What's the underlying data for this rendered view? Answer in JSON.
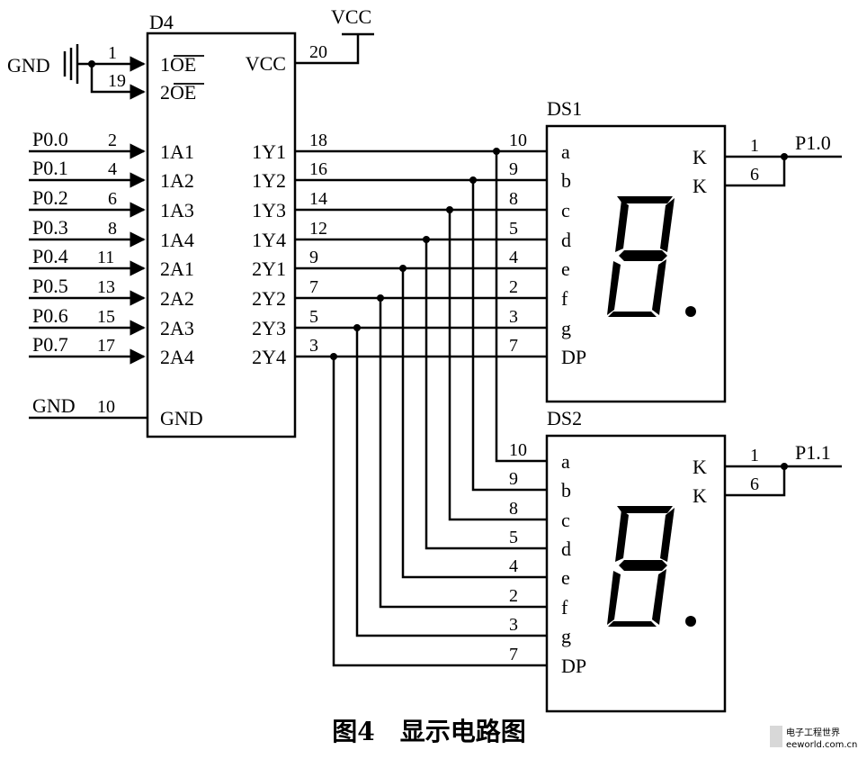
{
  "caption": "图4　显示电路图",
  "watermark": {
    "line1": "电子工程世界",
    "line2": "eeworld.com.cn"
  },
  "chip": {
    "name": "D4",
    "left_pins": [
      {
        "net": "",
        "num": "1",
        "label": "1OE"
      },
      {
        "net": "",
        "num": "19",
        "label": "2OE"
      },
      {
        "net": "P0.0",
        "num": "2",
        "label": "1A1"
      },
      {
        "net": "P0.1",
        "num": "4",
        "label": "1A2"
      },
      {
        "net": "P0.2",
        "num": "6",
        "label": "1A3"
      },
      {
        "net": "P0.3",
        "num": "8",
        "label": "1A4"
      },
      {
        "net": "P0.4",
        "num": "11",
        "label": "2A1"
      },
      {
        "net": "P0.5",
        "num": "13",
        "label": "2A2"
      },
      {
        "net": "P0.6",
        "num": "15",
        "label": "2A3"
      },
      {
        "net": "P0.7",
        "num": "17",
        "label": "2A4"
      },
      {
        "net": "GND",
        "num": "10",
        "label": "GND"
      }
    ],
    "right_pins": [
      {
        "num": "20",
        "label": "VCC"
      },
      {
        "num": "18",
        "label": "1Y1"
      },
      {
        "num": "16",
        "label": "1Y2"
      },
      {
        "num": "14",
        "label": "1Y3"
      },
      {
        "num": "12",
        "label": "1Y4"
      },
      {
        "num": "9",
        "label": "2Y1"
      },
      {
        "num": "7",
        "label": "2Y2"
      },
      {
        "num": "5",
        "label": "2Y3"
      },
      {
        "num": "3",
        "label": "2Y4"
      }
    ]
  },
  "gnd_label": "GND",
  "vcc_label": "VCC",
  "displays": [
    {
      "name": "DS1",
      "net": "P1.0",
      "k_pins": [
        "1",
        "6"
      ],
      "k_labels": [
        "K",
        "K"
      ],
      "segments": [
        {
          "num": "10",
          "label": "a"
        },
        {
          "num": "9",
          "label": "b"
        },
        {
          "num": "8",
          "label": "c"
        },
        {
          "num": "5",
          "label": "d"
        },
        {
          "num": "4",
          "label": "e"
        },
        {
          "num": "2",
          "label": "f"
        },
        {
          "num": "3",
          "label": "g"
        },
        {
          "num": "7",
          "label": "DP"
        }
      ]
    },
    {
      "name": "DS2",
      "net": "P1.1",
      "k_pins": [
        "1",
        "6"
      ],
      "k_labels": [
        "K",
        "K"
      ],
      "segments": [
        {
          "num": "10",
          "label": "a"
        },
        {
          "num": "9",
          "label": "b"
        },
        {
          "num": "8",
          "label": "c"
        },
        {
          "num": "5",
          "label": "d"
        },
        {
          "num": "4",
          "label": "e"
        },
        {
          "num": "2",
          "label": "f"
        },
        {
          "num": "3",
          "label": "g"
        },
        {
          "num": "7",
          "label": "DP"
        }
      ]
    }
  ]
}
